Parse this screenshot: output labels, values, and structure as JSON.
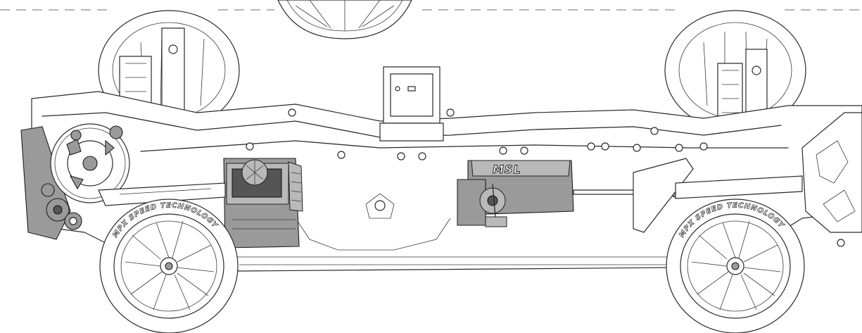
{
  "diagram": {
    "subject": "rc-car-chassis-side-view",
    "tire_brand_text": "MPX SPEED TECHNOLOGY",
    "servo_brand_text": "MSL",
    "colors": {
      "line": "#2a2a2a",
      "highlight": "#9a9a9a",
      "background": "#ffffff"
    }
  }
}
